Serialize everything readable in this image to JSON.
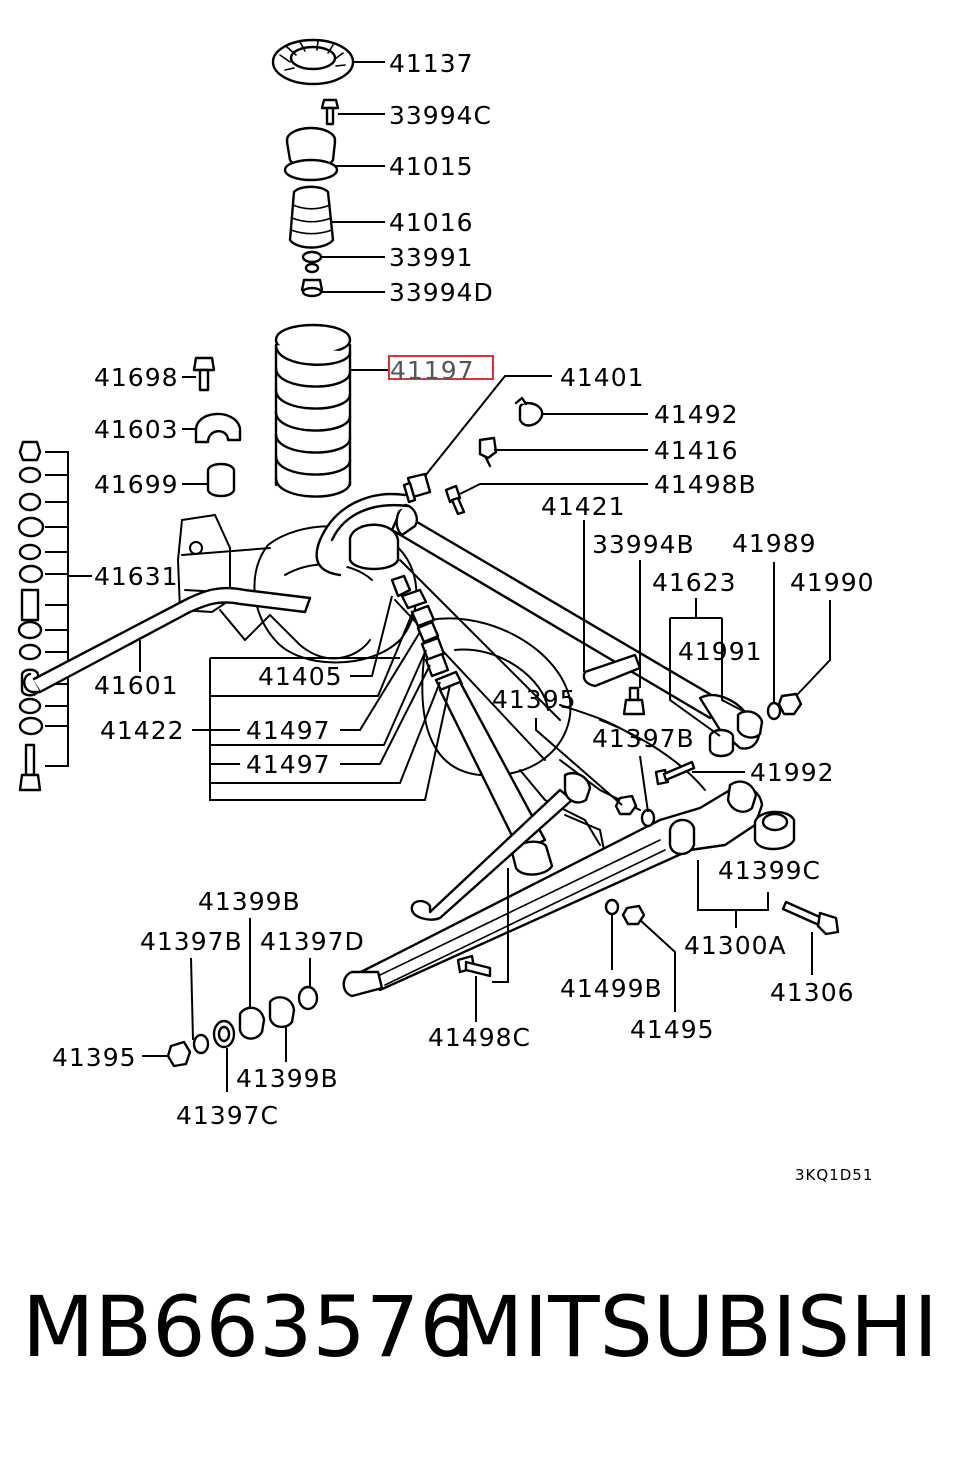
{
  "highlighted_part": "41197",
  "callouts": [
    {
      "id": "41137",
      "label": "41137"
    },
    {
      "id": "33994C",
      "label": "33994C"
    },
    {
      "id": "41015",
      "label": "41015"
    },
    {
      "id": "41016",
      "label": "41016"
    },
    {
      "id": "33991",
      "label": "33991"
    },
    {
      "id": "33994D",
      "label": "33994D"
    },
    {
      "id": "41197",
      "label": "41197"
    },
    {
      "id": "41698",
      "label": "41698"
    },
    {
      "id": "41401",
      "label": "41401"
    },
    {
      "id": "41492",
      "label": "41492"
    },
    {
      "id": "41603",
      "label": "41603"
    },
    {
      "id": "41416",
      "label": "41416"
    },
    {
      "id": "41699",
      "label": "41699"
    },
    {
      "id": "41498B",
      "label": "41498B"
    },
    {
      "id": "41421",
      "label": "41421"
    },
    {
      "id": "33994B",
      "label": "33994B"
    },
    {
      "id": "41989",
      "label": "41989"
    },
    {
      "id": "41631",
      "label": "41631"
    },
    {
      "id": "41623",
      "label": "41623"
    },
    {
      "id": "41990",
      "label": "41990"
    },
    {
      "id": "41991",
      "label": "41991"
    },
    {
      "id": "41405",
      "label": "41405"
    },
    {
      "id": "41601",
      "label": "41601"
    },
    {
      "id": "41395a",
      "label": "41395"
    },
    {
      "id": "41422",
      "label": "41422"
    },
    {
      "id": "41497a",
      "label": "41497"
    },
    {
      "id": "41397B",
      "label": "41397B"
    },
    {
      "id": "41497b",
      "label": "41497"
    },
    {
      "id": "41992",
      "label": "41992"
    },
    {
      "id": "41399C",
      "label": "41399C"
    },
    {
      "id": "41399B",
      "label": "41399B"
    },
    {
      "id": "41306",
      "label": "41306"
    },
    {
      "id": "41397Ba",
      "label": "41397B"
    },
    {
      "id": "41397D",
      "label": "41397D"
    },
    {
      "id": "41300A",
      "label": "41300A"
    },
    {
      "id": "41499B",
      "label": "41499B"
    },
    {
      "id": "41495",
      "label": "41495"
    },
    {
      "id": "41498C",
      "label": "41498C"
    },
    {
      "id": "41395b",
      "label": "41395"
    },
    {
      "id": "41399Bb",
      "label": "41399B"
    },
    {
      "id": "41397C",
      "label": "41397C"
    }
  ],
  "drawing_code": "3KQ1D51",
  "footer": {
    "part_number": "MB663576",
    "brand": "MITSUBISHI"
  }
}
